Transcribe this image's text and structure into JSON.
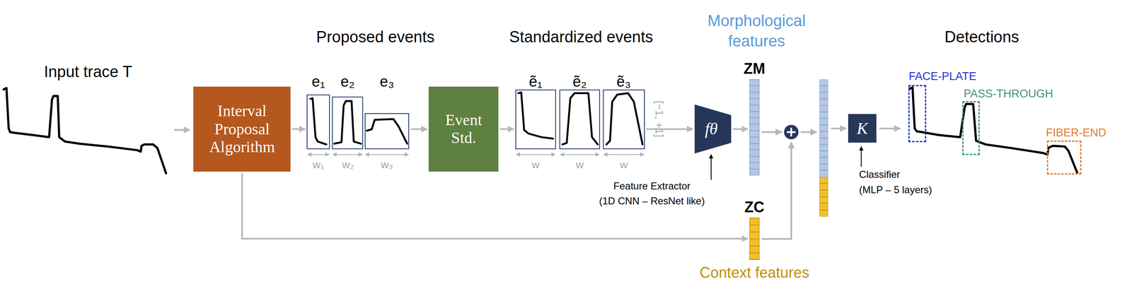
{
  "diagram": {
    "nodes": [
      {
        "text": [
          "Interval Proposal Algorithm"
        ]
      },
      {
        "text": [
          "e₁"
        ]
      },
      {
        "text": [
          "e₂"
        ]
      },
      {
        "text": [
          "e₃"
        ]
      },
      {
        "text": [
          "Event Std."
        ]
      },
      {
        "text": [
          "ẽ₁"
        ]
      },
      {
        "text": [
          "ẽ₂"
        ]
      },
      {
        "text": [
          "ẽ₃"
        ]
      },
      {
        "text": [
          "fθ"
        ]
      },
      {
        "text": [
          "ZM"
        ]
      },
      {
        "text": [
          "ZC"
        ]
      },
      {
        "text": [
          "K"
        ]
      },
      {
        "text": [
          "FACE-PLATE"
        ]
      },
      {
        "text": [
          "PASS-THROUGH"
        ]
      },
      {
        "text": [
          "FIBER-END"
        ]
      }
    ],
    "edges": [
      {
        "from": 0,
        "to": 1,
        "arrow": "to"
      },
      {
        "from": 3,
        "to": 4,
        "arrow": "to"
      },
      {
        "from": 4,
        "to": 5,
        "arrow": "to"
      },
      {
        "from": 7,
        "to": 8,
        "arrow": "to"
      },
      {
        "from": 8,
        "to": 9,
        "arrow": "to"
      },
      {
        "from": 0,
        "to": 10,
        "arrow": "to"
      }
    ],
    "labels": [
      "Input trace T",
      "Proposed events",
      "w₁",
      "w₂",
      "w₃",
      "Standardized events",
      "w",
      "w",
      "w",
      "[−1, +1]",
      "Morphological features",
      "Feature Extractor",
      "(1D CNN – ResNet like)",
      "Context features",
      "Classifier",
      "(MLP – 5 layers)",
      "Detections"
    ]
  }
}
